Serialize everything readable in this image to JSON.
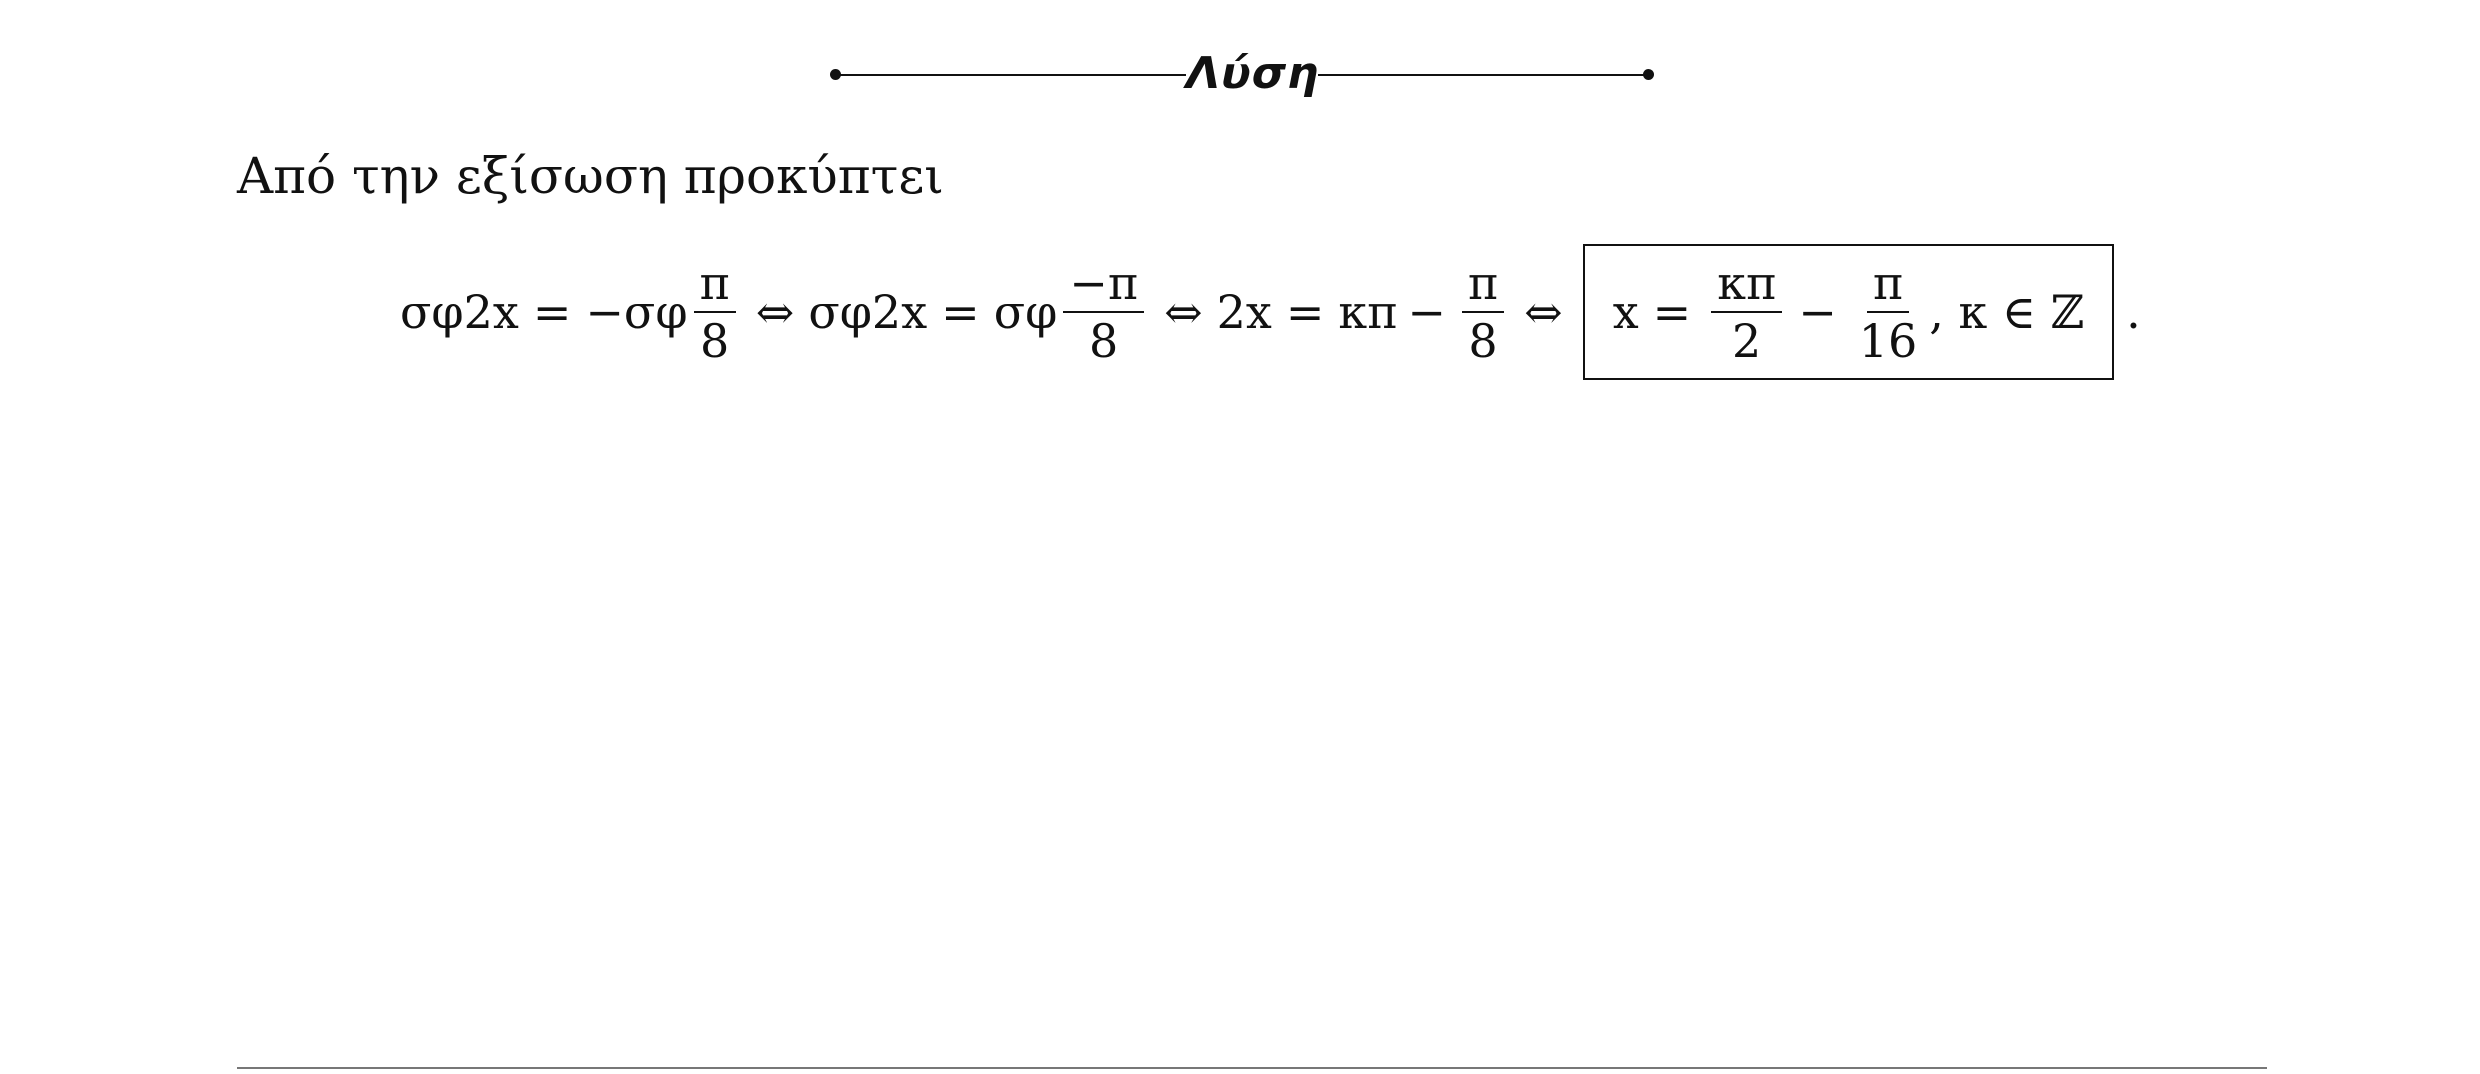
{
  "heading": {
    "title": "Λύση"
  },
  "intro": {
    "text": "Από την εξίσωση προκύπτει"
  },
  "equation": {
    "lhs1": "σφ2x",
    "eq1": "=",
    "rhs1_prefix": "−σφ",
    "frac1_num": "π",
    "frac1_den": "8",
    "iff1": "⇔",
    "lhs2": "σφ2x",
    "eq2": "=",
    "rhs2_prefix": "σφ",
    "frac2_num": "−π",
    "frac2_den": "8",
    "iff2": "⇔",
    "lhs3": "2x",
    "eq3": "=",
    "rhs3_term": "κπ",
    "minus3": "−",
    "frac3_num": "π",
    "frac3_den": "8",
    "iff3": "⇔",
    "boxed": {
      "lhs": "x",
      "eq": "=",
      "frac_a_num": "κπ",
      "frac_a_den": "2",
      "minus": "−",
      "frac_b_num": "π",
      "frac_b_den": "16",
      "condition": ", κ ∈ ℤ"
    },
    "period": "."
  }
}
